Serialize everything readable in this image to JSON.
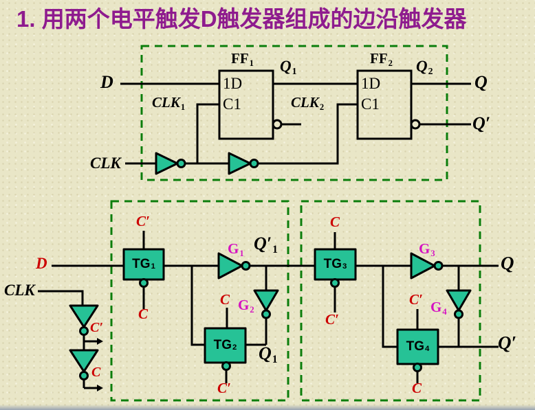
{
  "title": {
    "number": "1.",
    "text": "用两个电平触发D触发器组成的边沿触发器"
  },
  "colors": {
    "background": "#e9e6c7",
    "title": "#8e1b8e",
    "box_dash": "#0b7d0b",
    "gate_fill": "#26c296",
    "signal_red": "#cc0000",
    "gate_label_magenta": "#d513c1",
    "wire": "#000000"
  },
  "top_diagram": {
    "d_label": "D",
    "clk_label": "CLK",
    "ff1": {
      "base": "FF",
      "sub": "1",
      "pin_d": "1D",
      "pin_c": "C1"
    },
    "ff2": {
      "base": "FF",
      "sub": "2",
      "pin_d": "1D",
      "pin_c": "C1"
    },
    "clk1": {
      "base": "CLK",
      "sub": "1"
    },
    "clk2": {
      "base": "CLK",
      "sub": "2"
    },
    "q1": {
      "base": "Q",
      "sub": "1"
    },
    "q2": {
      "base": "Q",
      "sub": "2"
    },
    "q_label": "Q",
    "qbar_label": "Q′"
  },
  "bottom_diagram": {
    "d_label": "D",
    "clk_label": "CLK",
    "cprime_tap": "C′",
    "c_tap": "C",
    "tg1": {
      "base": "TG",
      "sub": "1",
      "top": "C′",
      "bottom": "C"
    },
    "tg2": {
      "base": "TG",
      "sub": "2",
      "top": "C",
      "bottom": "C′"
    },
    "tg3": {
      "base": "TG",
      "sub": "3",
      "top": "C",
      "bottom": "C′"
    },
    "tg4": {
      "base": "TG",
      "sub": "4",
      "top": "C′",
      "bottom": "C"
    },
    "g1": {
      "base": "G",
      "sub": "1"
    },
    "g2": {
      "base": "G",
      "sub": "2"
    },
    "g3": {
      "base": "G",
      "sub": "3"
    },
    "g4": {
      "base": "G",
      "sub": "4"
    },
    "q1_prime": {
      "base": "Q′",
      "sub": "1"
    },
    "q1": {
      "base": "Q",
      "sub": "1"
    },
    "q_label": "Q",
    "qbar_label": "Q′"
  }
}
